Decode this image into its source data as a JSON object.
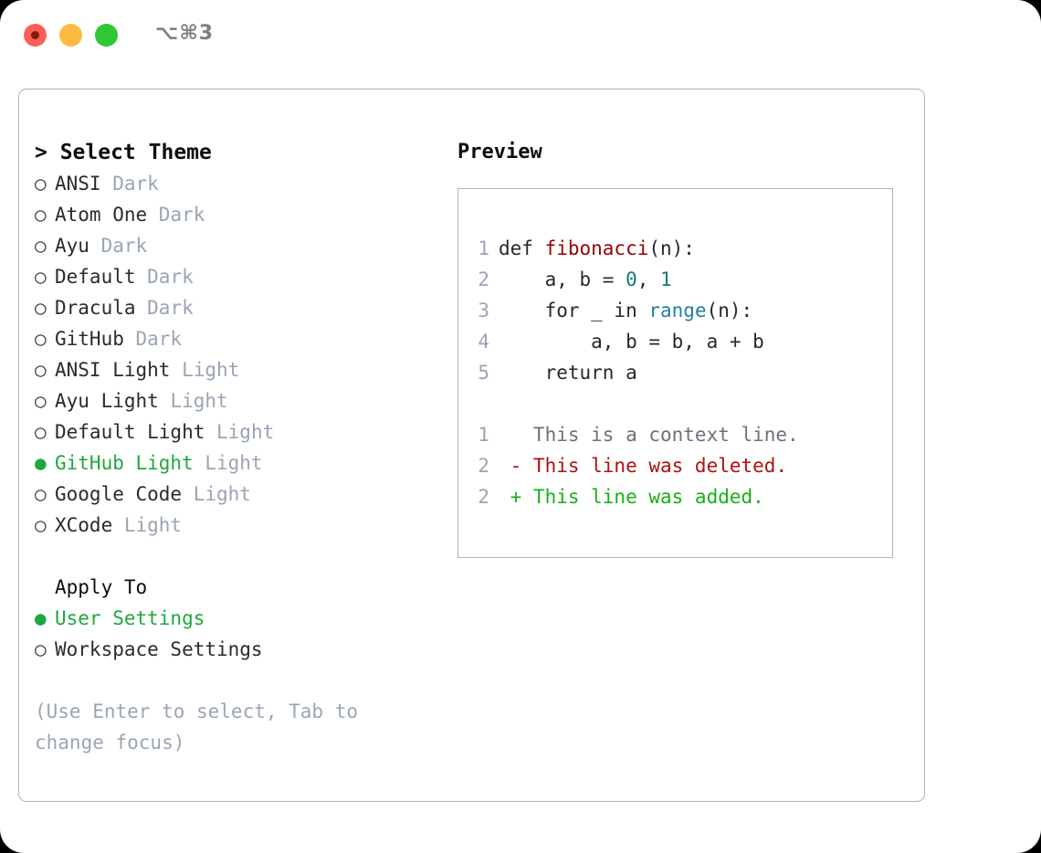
{
  "titlebar": {
    "shortcut": "⌥⌘3",
    "buttons": [
      "close",
      "minimize",
      "zoom"
    ]
  },
  "theme_picker": {
    "header": "> Select Theme",
    "bullet_selected": "●",
    "bullet_unselected": "○",
    "options": [
      {
        "label": "ANSI",
        "tag": "Dark",
        "selected": false
      },
      {
        "label": "Atom One",
        "tag": "Dark",
        "selected": false
      },
      {
        "label": "Ayu",
        "tag": "Dark",
        "selected": false
      },
      {
        "label": "Default",
        "tag": "Dark",
        "selected": false
      },
      {
        "label": "Dracula",
        "tag": "Dark",
        "selected": false
      },
      {
        "label": "GitHub",
        "tag": "Dark",
        "selected": false
      },
      {
        "label": "ANSI Light",
        "tag": "Light",
        "selected": false
      },
      {
        "label": "Ayu Light",
        "tag": "Light",
        "selected": false
      },
      {
        "label": "Default Light",
        "tag": "Light",
        "selected": false
      },
      {
        "label": "GitHub Light",
        "tag": "Light",
        "selected": true
      },
      {
        "label": "Google Code",
        "tag": "Light",
        "selected": false
      },
      {
        "label": "XCode",
        "tag": "Light",
        "selected": false
      }
    ]
  },
  "apply_to": {
    "header": "Apply To",
    "options": [
      {
        "label": "User Settings",
        "selected": true
      },
      {
        "label": "Workspace Settings",
        "selected": false
      }
    ]
  },
  "hint": "(Use Enter to select, Tab to change focus)",
  "preview": {
    "title": "Preview",
    "code_lines": [
      {
        "number": "1",
        "tokens": [
          {
            "text": "def ",
            "kind": "plain"
          },
          {
            "text": "fibonacci",
            "kind": "fn"
          },
          {
            "text": "(n):",
            "kind": "plain"
          }
        ]
      },
      {
        "number": "2",
        "tokens": [
          {
            "text": "    a, b = ",
            "kind": "plain"
          },
          {
            "text": "0",
            "kind": "num"
          },
          {
            "text": ", ",
            "kind": "plain"
          },
          {
            "text": "1",
            "kind": "num"
          }
        ]
      },
      {
        "number": "3",
        "tokens": [
          {
            "text": "    for _ in ",
            "kind": "plain"
          },
          {
            "text": "range",
            "kind": "call"
          },
          {
            "text": "(n):",
            "kind": "plain"
          }
        ]
      },
      {
        "number": "4",
        "tokens": [
          {
            "text": "        a, b = b, a + b",
            "kind": "plain"
          }
        ]
      },
      {
        "number": "5",
        "tokens": [
          {
            "text": "    return a",
            "kind": "plain"
          }
        ]
      }
    ],
    "diff_lines": [
      {
        "number": "1",
        "marker": " ",
        "text": " This is a context line.",
        "kind": "ctx"
      },
      {
        "number": "2",
        "marker": "-",
        "text": " This line was deleted.",
        "kind": "del"
      },
      {
        "number": "2",
        "marker": "+",
        "text": " This line was added.",
        "kind": "add"
      }
    ]
  },
  "colors": {
    "accent_green": "#1fa83c",
    "muted": "#9aa5b5",
    "border": "#aab4c4",
    "diff_add": "#17b117",
    "diff_del": "#b01010",
    "syntax_fn": "#990000",
    "syntax_num": "#117a70",
    "syntax_call": "#1f7fa8"
  }
}
